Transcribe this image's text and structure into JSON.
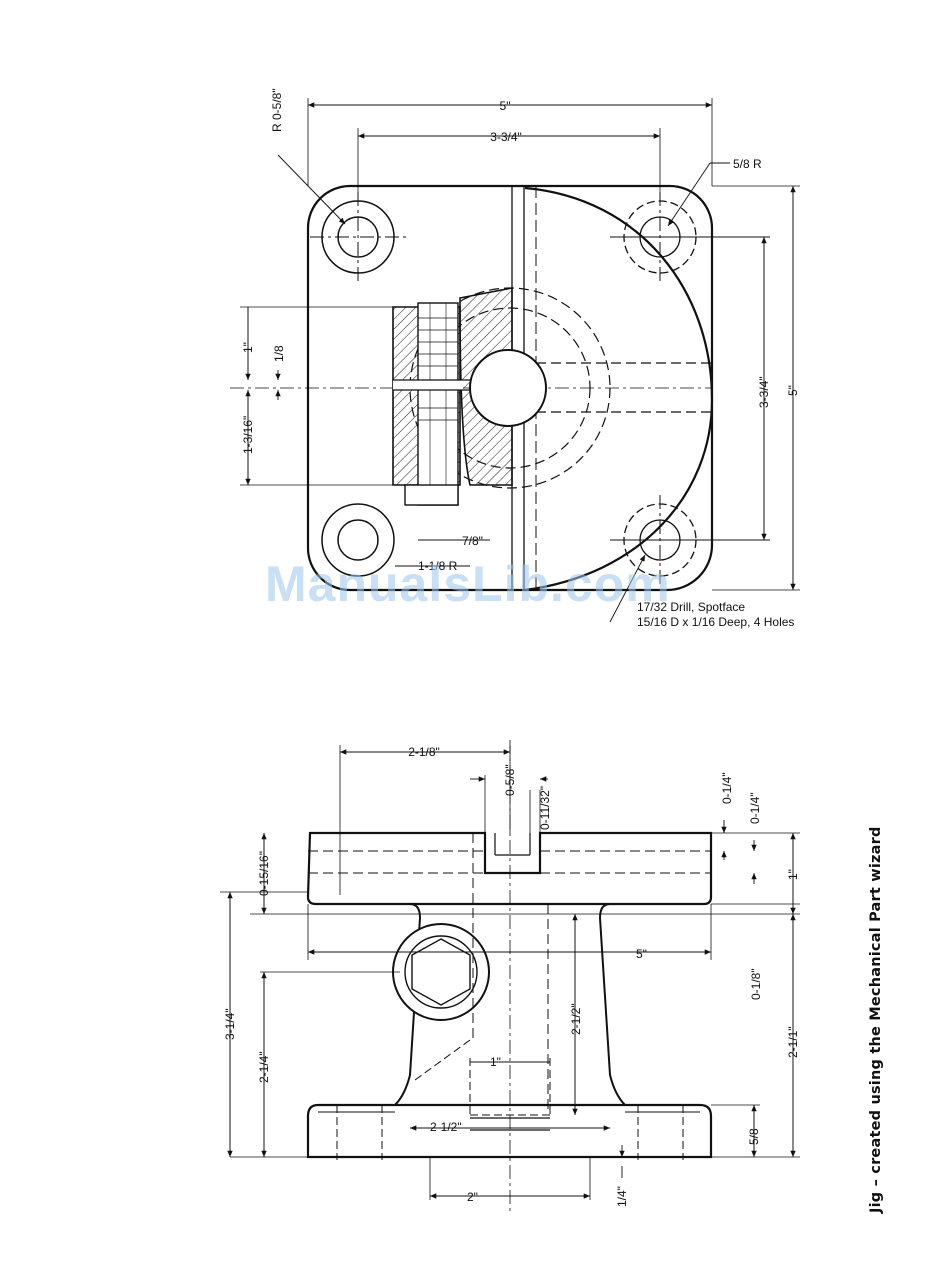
{
  "caption": "Jig – created using the Mechanical Part wizard",
  "watermark": "ManualsLib.com",
  "top_view": {
    "dim_overall_width": "5\"",
    "dim_hole_spacing_horizontal": "3-3/4\"",
    "dim_corner_radius": "R 0-5/8\"",
    "dim_boss_radius": "5/8 R",
    "dim_hole_spacing_vertical": "3-3/4\"",
    "dim_overall_height": "5\"",
    "dim_upper_offset": "1\"",
    "dim_slot_gap": "1/8",
    "dim_lower_offset": "1-3/16\"",
    "dim_bolt_width": "7/8\"",
    "dim_block_width": "1-1/8 R",
    "note_line1": "17/32 Drill, Spotface",
    "note_line2": "15/16 D x 1/16 Deep, 4 Holes"
  },
  "front_view": {
    "dim_offset_top": "2-1/8\"",
    "dim_slot_width": "0-5/8\"",
    "dim_slot_depth": "0-11/32\"",
    "dim_top_left": "0-1/4\"",
    "dim_top_right": "0-1/4\"",
    "dim_flange_thickness": "0-15/16\"",
    "dim_plate_thickness": "1\"",
    "dim_overall_width": "5\"",
    "dim_overall_height": "3-1/4\"",
    "dim_lower_height": "2-1/4\"",
    "dim_gap": "0-1/8\"",
    "dim_column_height": "2-1/2\"",
    "dim_column_total": "2-1/1\"",
    "dim_inner_width": "1\"",
    "dim_base_slot": "2-1/2\"",
    "dim_base_thickness": "5/8",
    "dim_base_width": "2\"",
    "dim_base_offset": "1/4\""
  }
}
